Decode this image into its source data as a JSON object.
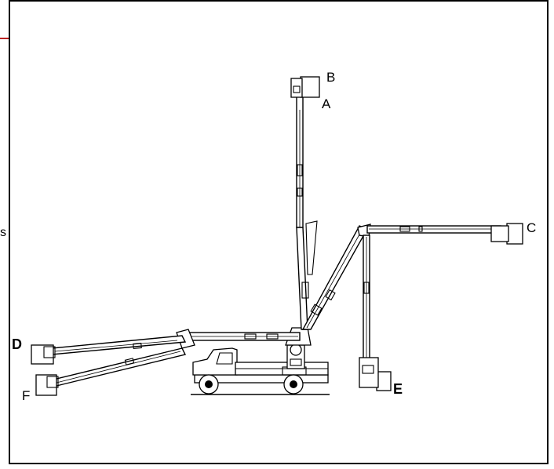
{
  "labels": {
    "A": "A",
    "B": "B",
    "C": "C",
    "D": "D",
    "E": "E",
    "F": "F",
    "edge": "s"
  }
}
